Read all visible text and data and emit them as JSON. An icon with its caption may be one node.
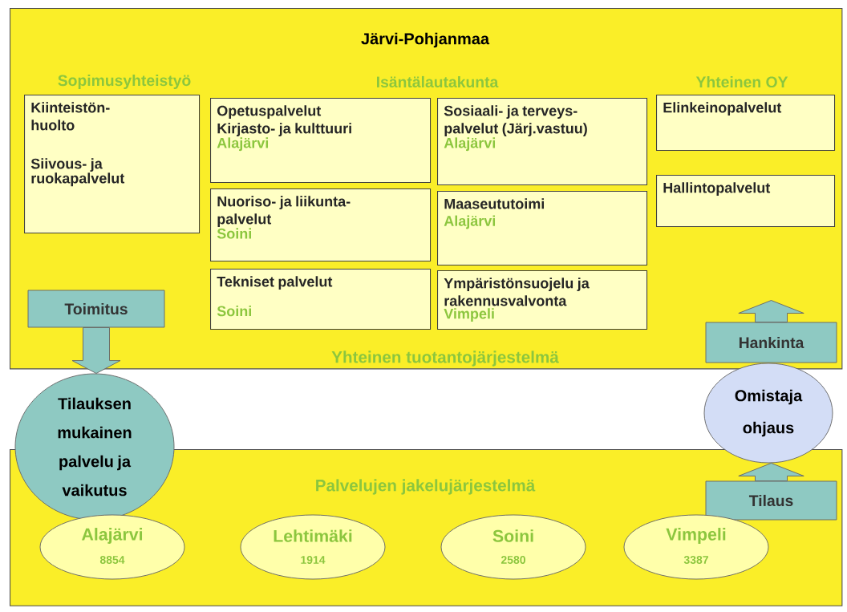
{
  "diagram": {
    "nodes": [
      {
        "text": [
          "Järvi-Pohjanmaa",
          "Yhteinen tuotantojärjestelmä"
        ]
      },
      {
        "text": [
          "Kiinteistön- huolto",
          "Siivous- ja ruokapalvelut"
        ],
        "in": 0
      },
      {
        "text": [
          "Opetuspalvelut",
          "Kirjasto- ja kulttuuri",
          "Alajärvi"
        ],
        "in": 0
      },
      {
        "text": [
          "Sosiaali- ja terveys- palvelut (Järj.vastuu)",
          "Alajärvi"
        ],
        "in": 0
      },
      {
        "text": [
          "Nuoriso- ja liikunta- palvelut",
          "Soini"
        ],
        "in": 0
      },
      {
        "text": [
          "Maaseututoimi",
          "Alajärvi"
        ],
        "in": 0
      },
      {
        "text": [
          "Tekniset palvelut",
          "Soini"
        ],
        "in": 0
      },
      {
        "text": [
          "Ympäristönsuojelu ja rakennusvalvonta",
          "Vimpeli"
        ],
        "in": 0
      },
      {
        "text": [
          "Elinkeinopalvelut"
        ],
        "in": 0
      },
      {
        "text": [
          "Hallintopalvelut"
        ],
        "in": 0
      },
      {
        "text": [
          "Toimitus"
        ],
        "in": 0
      },
      {
        "text": [
          "Tilauksen mukainen palvelu ja vaikutus"
        ]
      },
      {
        "text": [
          "Hankinta"
        ],
        "in": 0
      },
      {
        "text": [
          "Omistaja ohjaus"
        ]
      },
      {
        "text": [
          "Tilaus"
        ],
        "in": 15
      },
      {
        "text": [
          "Palvelujen jakelujärjestelmä"
        ]
      },
      {
        "text": [
          "Alajärvi",
          "8854"
        ],
        "in": 15
      },
      {
        "text": [
          "Lehtimäki",
          "1914"
        ],
        "in": 15
      },
      {
        "text": [
          "Soini",
          "2580"
        ],
        "in": 15
      },
      {
        "text": [
          "Vimpeli",
          "3387"
        ],
        "in": 15
      }
    ],
    "edges": [
      {
        "from": 10,
        "to": 11,
        "arrow": "to"
      },
      {
        "from": 12,
        "to": null,
        "arrow": "to"
      },
      {
        "from": 14,
        "to": 13,
        "arrow": "to"
      }
    ],
    "labels": [
      "Sopimusyhteistyö",
      "Isäntälautakunta",
      "Yhteinen OY"
    ]
  }
}
